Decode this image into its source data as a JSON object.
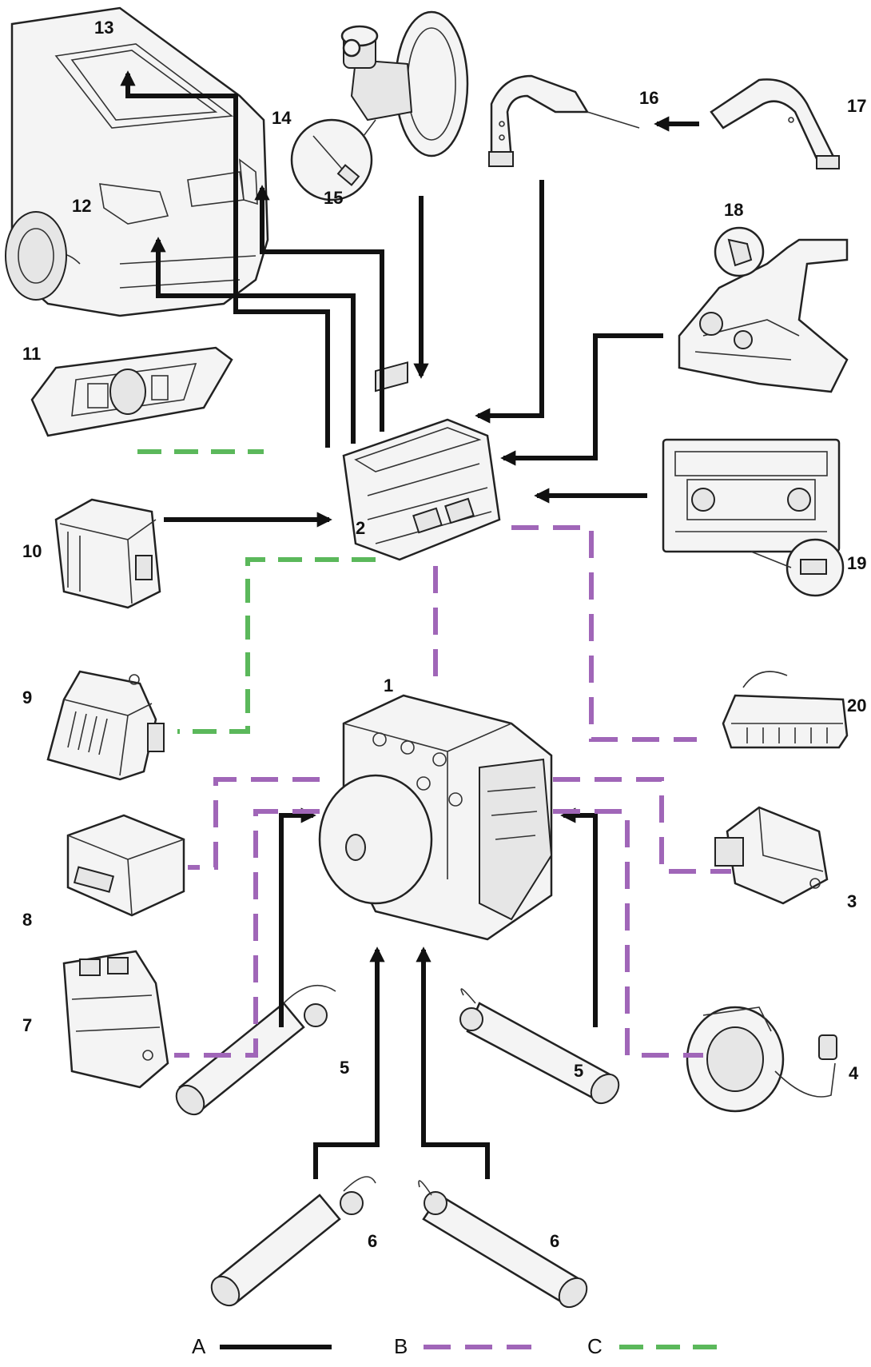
{
  "labels": {
    "l1": "1",
    "l2": "2",
    "l3": "3",
    "l4": "4",
    "l5a": "5",
    "l5b": "5",
    "l6a": "6",
    "l6b": "6",
    "l7": "7",
    "l8": "8",
    "l9": "9",
    "l10": "10",
    "l11": "11",
    "l12": "12",
    "l13": "13",
    "l14": "14",
    "l15": "15",
    "l16": "16",
    "l17": "17",
    "l18": "18",
    "l19": "19",
    "l20": "20"
  },
  "legend": {
    "a": "A",
    "b": "B",
    "c": "C"
  },
  "colors": {
    "wire_a": "#111111",
    "wire_b": "#a066b8",
    "wire_c": "#5bb85b"
  }
}
